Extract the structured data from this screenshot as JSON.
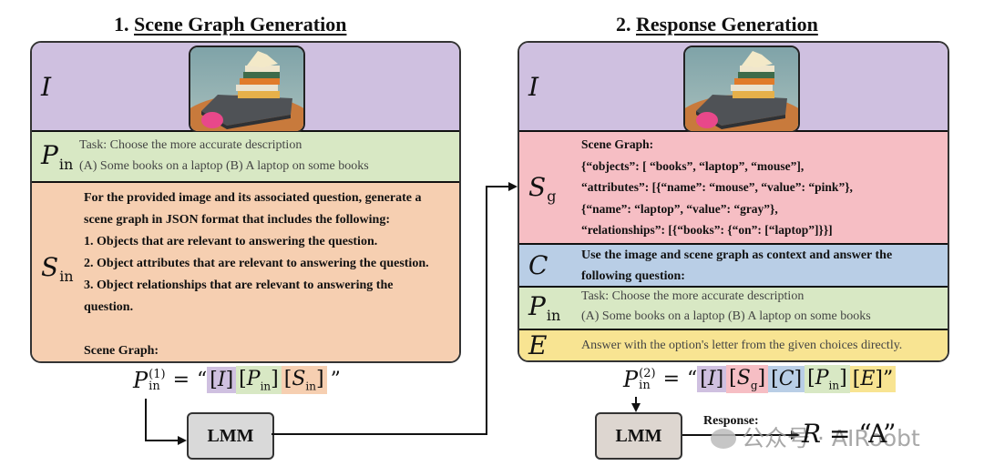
{
  "stage1": {
    "number": "1.",
    "title": "Scene Graph Generation",
    "rows": {
      "image": {
        "symbol": "I"
      },
      "prompt": {
        "symbol": "P",
        "symbol_sub": "in",
        "lines": [
          "Task: Choose the more accurate description",
          "(A) Some books on a laptop (B) A laptop on some books"
        ]
      },
      "scene_prompt": {
        "symbol": "S",
        "symbol_sub": "in",
        "lines": [
          "For the provided image and its associated question, generate a",
          "scene graph in JSON format that includes the following:",
          "1. Objects that are relevant to answering the question.",
          "2. Object attributes that are relevant to answering the question.",
          "3. Object relationships that are relevant to answering the",
          "question.",
          "",
          "Scene Graph:"
        ]
      }
    },
    "formula": {
      "lhs": "P",
      "sup": "(1)",
      "sub": "in",
      "eq": "=",
      "open_quote": "“",
      "close_quote": "”",
      "tokens": [
        {
          "text": "I",
          "sub": "",
          "color": "#cfc0e0"
        },
        {
          "text": "P",
          "sub": "in",
          "color": "#d8e8c4"
        },
        {
          "text": "S",
          "sub": "in",
          "color": "#f6cfb1"
        }
      ]
    },
    "model_label": "LMM"
  },
  "stage2": {
    "number": "2.",
    "title": "Response Generation",
    "rows": {
      "image": {
        "symbol": "I"
      },
      "scene_graph": {
        "symbol": "S",
        "symbol_sub": "g",
        "lines": [
          "Scene Graph:",
          "{“objects”: [ “books”, “laptop”, “mouse”],",
          "“attributes”: [{“name”: “mouse”, “value”:  “pink”},",
          "{“name”: “laptop”, “value”: “gray”},",
          "“relationships”: [{“books”: {“on”: [“laptop”]}}]"
        ]
      },
      "context": {
        "symbol": "C",
        "lines": [
          "Use the image and scene graph as context and answer the",
          "following question:"
        ]
      },
      "prompt": {
        "symbol": "P",
        "symbol_sub": "in",
        "lines": [
          "Task: Choose the more accurate description",
          "(A) Some books on a laptop (B) A laptop on some books"
        ]
      },
      "instruction": {
        "symbol": "E",
        "lines": [
          "Answer with the option's letter from the given choices directly."
        ]
      }
    },
    "formula": {
      "lhs": "P",
      "sup": "(2)",
      "sub": "in",
      "eq": "=",
      "open_quote": "“",
      "close_quote": "”",
      "tokens": [
        {
          "text": "I",
          "sub": "",
          "color": "#cfc0e0"
        },
        {
          "text": "S",
          "sub": "g",
          "color": "#f6bec4"
        },
        {
          "text": "C",
          "sub": "",
          "color": "#b9cee6"
        },
        {
          "text": "P",
          "sub": "in",
          "color": "#d8e8c4"
        },
        {
          "text": "E",
          "sub": "",
          "color": "#f8e492"
        }
      ]
    },
    "model_label": "LMM",
    "response_label": "Response:",
    "result": {
      "symbol": "R",
      "eq": "=",
      "value": "“A”"
    }
  },
  "watermark": "公众号 · AIRoobt"
}
